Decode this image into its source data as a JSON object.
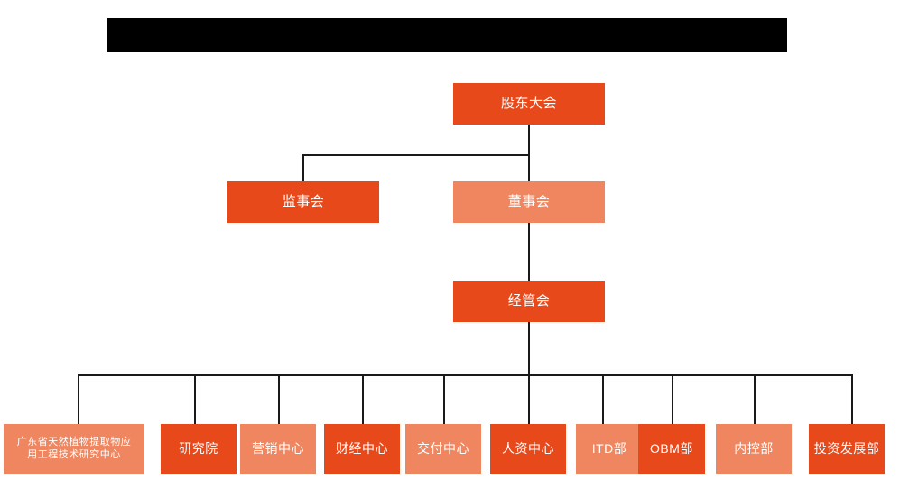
{
  "chart": {
    "type": "org-chart",
    "title_banner": {
      "label": "",
      "state": "redacted",
      "color": "#000000"
    },
    "colors": {
      "dark_orange": "#E8491B",
      "light_orange": "#EF8660",
      "line": "#1a1a1a",
      "text": "#ffffff",
      "background": "#ffffff"
    },
    "levels": [
      {
        "level": 1,
        "nodes": [
          {
            "id": "shareholders-meeting",
            "label": "股东大会",
            "tone": "dark"
          }
        ]
      },
      {
        "level": 2,
        "nodes": [
          {
            "id": "board-of-supervisors",
            "label": "监事会",
            "tone": "dark"
          },
          {
            "id": "board-of-directors",
            "label": "董事会",
            "tone": "light"
          }
        ]
      },
      {
        "level": 3,
        "nodes": [
          {
            "id": "management-committee",
            "label": "经管会",
            "tone": "dark"
          }
        ]
      },
      {
        "level": 4,
        "nodes": [
          {
            "id": "gd-plant-extract-center",
            "label": "广东省天然植物提取物应\n用工程技术研究中心",
            "tone": "light"
          },
          {
            "id": "research-institute",
            "label": "研究院",
            "tone": "dark"
          },
          {
            "id": "marketing-center",
            "label": "营销中心",
            "tone": "light"
          },
          {
            "id": "finance-center",
            "label": "财经中心",
            "tone": "dark"
          },
          {
            "id": "delivery-center",
            "label": "交付中心",
            "tone": "light"
          },
          {
            "id": "hr-center",
            "label": "人资中心",
            "tone": "dark"
          },
          {
            "id": "itd-department",
            "label": "ITD部",
            "tone": "light"
          },
          {
            "id": "obm-department",
            "label": "OBM部",
            "tone": "dark"
          },
          {
            "id": "internal-control-department",
            "label": "内控部",
            "tone": "light"
          },
          {
            "id": "investment-development-department",
            "label": "投资发展部",
            "tone": "dark"
          }
        ]
      }
    ],
    "nodes": {
      "shareholders_meeting": "股东大会",
      "board_of_supervisors": "监事会",
      "board_of_directors": "董事会",
      "management_committee": "经管会",
      "gd_plant_extract_center": "广东省天然植物提取物应\n用工程技术研究中心",
      "research_institute": "研究院",
      "marketing_center": "营销中心",
      "finance_center": "财经中心",
      "delivery_center": "交付中心",
      "hr_center": "人资中心",
      "itd_department": "ITD部",
      "obm_department": "OBM部",
      "internal_control_department": "内控部",
      "investment_development_department": "投资发展部"
    },
    "edges": [
      {
        "from": "shareholders-meeting",
        "to": "board-of-supervisors"
      },
      {
        "from": "shareholders-meeting",
        "to": "board-of-directors"
      },
      {
        "from": "board-of-directors",
        "to": "management-committee"
      },
      {
        "from": "management-committee",
        "to": "gd-plant-extract-center"
      },
      {
        "from": "management-committee",
        "to": "research-institute"
      },
      {
        "from": "management-committee",
        "to": "marketing-center"
      },
      {
        "from": "management-committee",
        "to": "finance-center"
      },
      {
        "from": "management-committee",
        "to": "delivery-center"
      },
      {
        "from": "management-committee",
        "to": "hr-center"
      },
      {
        "from": "management-committee",
        "to": "itd-department"
      },
      {
        "from": "management-committee",
        "to": "obm-department"
      },
      {
        "from": "management-committee",
        "to": "internal-control-department"
      },
      {
        "from": "management-committee",
        "to": "investment-development-department"
      }
    ]
  }
}
